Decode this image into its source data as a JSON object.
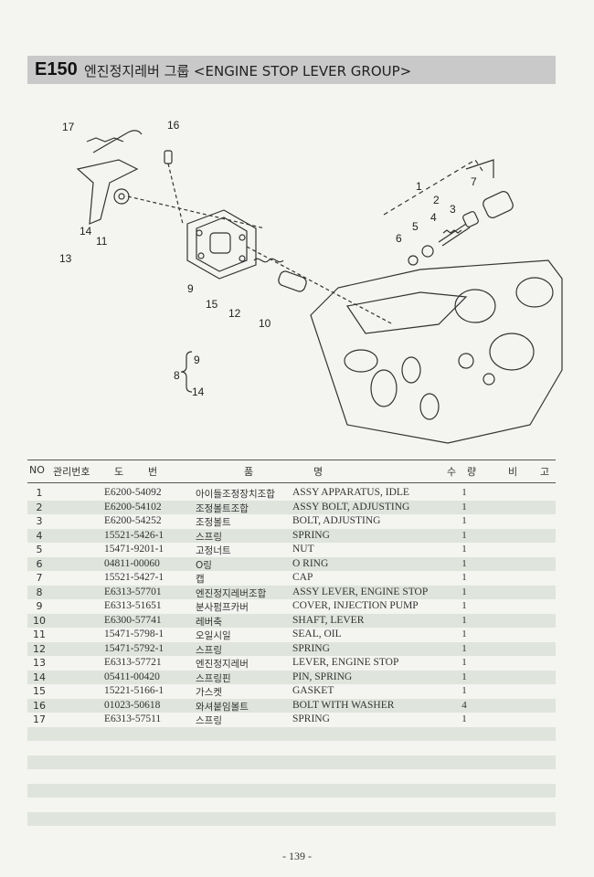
{
  "header": {
    "code": "E150",
    "title": "엔진정지레버 그룹 <ENGINE STOP LEVER GROUP>"
  },
  "diagram": {
    "callouts": [
      "17",
      "16",
      "14",
      "13",
      "11",
      "9",
      "15",
      "12",
      "10",
      "1",
      "2",
      "3",
      "7",
      "6",
      "5",
      "4",
      "8",
      "9",
      "14"
    ]
  },
  "table": {
    "headers": {
      "no": "NO",
      "mgmt": "관리번호",
      "do": "도",
      "beon": "번",
      "pum": "품",
      "myeong": "명",
      "su": "수",
      "ryang": "량",
      "bi": "비",
      "go": "고"
    },
    "rows": [
      {
        "no": "1",
        "part": "E6200-54092",
        "kr": "아이들조정장치조합",
        "en": "ASSY APPARATUS, IDLE",
        "qty": "1"
      },
      {
        "no": "2",
        "part": "E6200-54102",
        "kr": "조정볼트조합",
        "en": "ASSY BOLT, ADJUSTING",
        "qty": "1"
      },
      {
        "no": "3",
        "part": "E6200-54252",
        "kr": "조정볼트",
        "en": "BOLT, ADJUSTING",
        "qty": "1"
      },
      {
        "no": "4",
        "part": "15521-5426-1",
        "kr": "스프링",
        "en": "SPRING",
        "qty": "1"
      },
      {
        "no": "5",
        "part": "15471-9201-1",
        "kr": "고정너트",
        "en": "NUT",
        "qty": "1"
      },
      {
        "no": "6",
        "part": "04811-00060",
        "kr": "O링",
        "en": "O RING",
        "qty": "1"
      },
      {
        "no": "7",
        "part": "15521-5427-1",
        "kr": "캡",
        "en": "CAP",
        "qty": "1"
      },
      {
        "no": "8",
        "part": "E6313-57701",
        "kr": "엔진정지레버조합",
        "en": "ASSY LEVER, ENGINE STOP",
        "qty": "1"
      },
      {
        "no": "9",
        "part": "E6313-51651",
        "kr": "분사펌프카버",
        "en": "COVER, INJECTION PUMP",
        "qty": "1"
      },
      {
        "no": "10",
        "part": "E6300-57741",
        "kr": "레버축",
        "en": "SHAFT, LEVER",
        "qty": "1"
      },
      {
        "no": "11",
        "part": "15471-5798-1",
        "kr": "오일시일",
        "en": "SEAL, OIL",
        "qty": "1"
      },
      {
        "no": "12",
        "part": "15471-5792-1",
        "kr": "스프링",
        "en": "SPRING",
        "qty": "1"
      },
      {
        "no": "13",
        "part": "E6313-57721",
        "kr": "엔진정지레버",
        "en": "LEVER, ENGINE STOP",
        "qty": "1"
      },
      {
        "no": "14",
        "part": "05411-00420",
        "kr": "스프링핀",
        "en": "PIN, SPRING",
        "qty": "1"
      },
      {
        "no": "15",
        "part": "15221-5166-1",
        "kr": "가스켓",
        "en": "GASKET",
        "qty": "1"
      },
      {
        "no": "16",
        "part": "01023-50618",
        "kr": "와셔붙임볼트",
        "en": "BOLT WITH WASHER",
        "qty": "4"
      },
      {
        "no": "17",
        "part": "E6313-57511",
        "kr": "스프링",
        "en": "SPRING",
        "qty": "1"
      }
    ]
  },
  "footer": {
    "page": "- 139 -"
  }
}
